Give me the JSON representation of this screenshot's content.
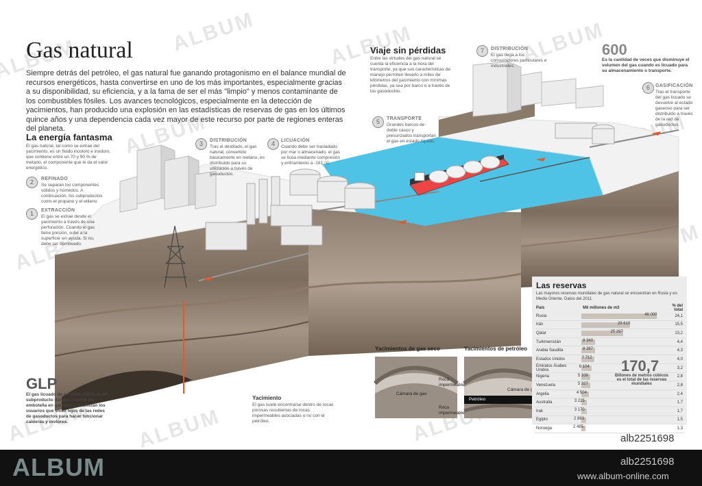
{
  "title": "Gas natural",
  "intro": "Siempre detrás del petróleo, el gas natural fue ganando protagonismo en el balance mundial de recursos energéticos, hasta convertirse en uno de los más importantes, especialmente gracias a su disponibilidad, su eficiencia, y a la fama de ser el más \"limpio\" y menos contaminante de los combustibles fósiles. Los avances tecnológicos, especialmente en la detección de yacimientos, han producido una explosión en las estadísticas de reservas de gas en los últimos quince años y una dependencia cada vez mayor de este recurso por parte de regiones enteras del planeta.",
  "fantasma": {
    "heading": "La energía fantasma",
    "text": "El gas natural, tal como se extrae del yacimiento, es un fluido incoloro e inodoro, que contiene entre un 70 y 90 % de metano, el componente que le da el valor energético."
  },
  "steps": [
    {
      "n": "1",
      "label": "EXTRACCIÓN",
      "text": "El gas se extrae desde el yacimiento a través de una perforación. Cuando el gas tiene presión, sube a la superficie sin ayuda. Si no, debe ser bombeado."
    },
    {
      "n": "2",
      "label": "REFINADO",
      "text": "Se separan los componentes sólidos y húmedos. A continuación, los subproductos como el propano y el etileno."
    },
    {
      "n": "3",
      "label": "DISTRIBUCIÓN",
      "text": "Tras el destilado, el gas natural, convertido básicamente en metano, es distribuido para su utilización a través de gasoductos."
    },
    {
      "n": "4",
      "label": "LICUACIÓN",
      "text": "Cuando debe ser trasladado por mar o almacenado, el gas se licúa mediante compresión y enfriamiento a -161 °C."
    },
    {
      "n": "5",
      "label": "TRANSPORTE",
      "text": "Grandes barcos de doble casco y presurizados transportan el gas en estado líquido."
    },
    {
      "n": "6",
      "label": "GASIFICACIÓN",
      "text": "Tras el transporte del gas licuado se devuelve al estado gaseoso para ser distribuido a través de la red de gasoductos."
    },
    {
      "n": "7",
      "label": "DISTRIBUCIÓN",
      "text": "El gas llega a los consumidores particulares e industriales."
    }
  ],
  "viaje": {
    "heading": "Viaje sin pérdidas",
    "text": "Entre las virtudes del gas natural se cuenta la eficiencia a la hora del transporte, ya que sus características de manejo permiten llevarlo a miles de kilómetros del yacimiento con mínimas pérdidas, ya sea por barco o a través de los gasoductos."
  },
  "big600": {
    "value": "600",
    "text": "Es la cantidad de veces que disminuye el volumen del gas cuando es licuado para su almacenamiento o transporte."
  },
  "glp": {
    "heading": "GLP",
    "text": "El gas licuado de petróleo (GLP) es un subproducto del gas natural. Se embotella en garrafas y lo utilizan los usuarios que viven lejos de las redes de gasoductos para hacer funcionar calderas y motores."
  },
  "yacimiento": {
    "heading": "Yacimiento",
    "text": "El gas suele encontrarse dentro de rocas porosas recubiertas de rocas impermeables asociadas o no con el petróleo."
  },
  "yac_seco": {
    "heading": "Yacimientos de gas seco",
    "camara": "Cámara de gas"
  },
  "yac_petroleo": {
    "heading": "Yacimientos de petróleo",
    "roca1": "Roca impermeable",
    "camara": "Cámara de gas",
    "petroleo": "Petróleo",
    "roca2": "Roca impermeable"
  },
  "reservas": {
    "heading": "Las reservas",
    "text": "Las mayores reservas mundiales de gas natural se encuentran en Rusia y en Medio Oriente. Datos del 2011.",
    "col_pais": "País",
    "col_mil": "Mil millones de m3",
    "col_pct": "% del total",
    "rows": [
      {
        "pais": "Rusia",
        "valor": "46 000",
        "pct": "24,1",
        "v": 46000
      },
      {
        "pais": "Irán",
        "valor": "29 610",
        "pct": "15,5",
        "v": 29610
      },
      {
        "pais": "Qatar",
        "valor": "25 267",
        "pct": "13,2",
        "v": 25267
      },
      {
        "pais": "Turkmenistán",
        "valor": "8 340",
        "pct": "4,4",
        "v": 8340
      },
      {
        "pais": "Arabia Saudita",
        "valor": "8 287",
        "pct": "4,3",
        "v": 8287
      },
      {
        "pais": "Estados Unidos",
        "valor": "7 712",
        "pct": "4,0",
        "v": 7712
      },
      {
        "pais": "Emiratos Árabes Unidos",
        "valor": "6 104",
        "pct": "3,2",
        "v": 6104
      },
      {
        "pais": "Nigeria",
        "valor": "5 338",
        "pct": "2,8",
        "v": 5338
      },
      {
        "pais": "Venezuela",
        "valor": "5 327",
        "pct": "2,8",
        "v": 5327
      },
      {
        "pais": "Argelia",
        "valor": "4 504",
        "pct": "2,4",
        "v": 4504
      },
      {
        "pais": "Australia",
        "valor": "3 225",
        "pct": "1,7",
        "v": 3225
      },
      {
        "pais": "Irak",
        "valor": "3 170",
        "pct": "1,7",
        "v": 3170
      },
      {
        "pais": "Egipto",
        "valor": "2 883",
        "pct": "1,5",
        "v": 2883
      },
      {
        "pais": "Noruega",
        "valor": "2 485",
        "pct": "1,3",
        "v": 2485
      }
    ],
    "total_value": "170,7",
    "total_text": "Billones de metros cúbicos es el total de las reservas mundiales"
  },
  "watermark": "ALBUM",
  "footer": {
    "logo": "ALBUM",
    "code_top": "alb2251698",
    "code_bottom": "alb2251698",
    "url": "www.album-online.com"
  },
  "colors": {
    "water": "#4ec3e6",
    "earth": "#7d6d5e",
    "bar": "#c9c2bb",
    "pipe_arrow": "#e05a2b",
    "footer": "#111111"
  }
}
